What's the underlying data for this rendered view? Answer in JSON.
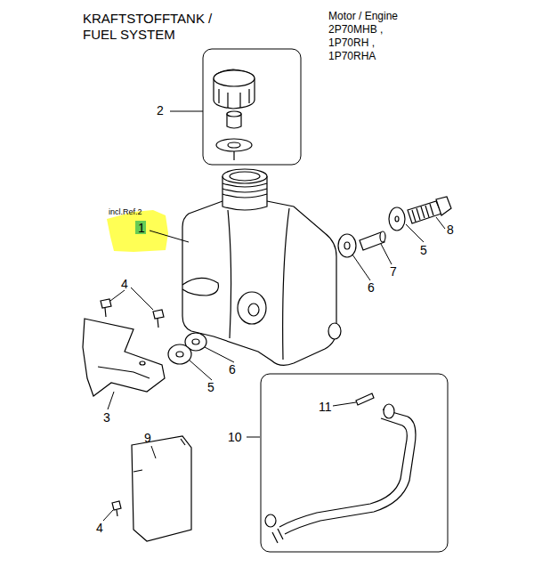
{
  "diagram": {
    "title": "KRAFTSTOFFTANK / FUEL SYSTEM",
    "labels": [
      "Motor / Engine",
      "2P70MHB  ,",
      "1P70RH ,",
      "1P70RHA",
      "2",
      "incl.Ref.2",
      "1",
      "8",
      "5",
      "7",
      "6",
      "4",
      "6",
      "5",
      "3",
      "9",
      "11",
      "10",
      "4"
    ]
  }
}
